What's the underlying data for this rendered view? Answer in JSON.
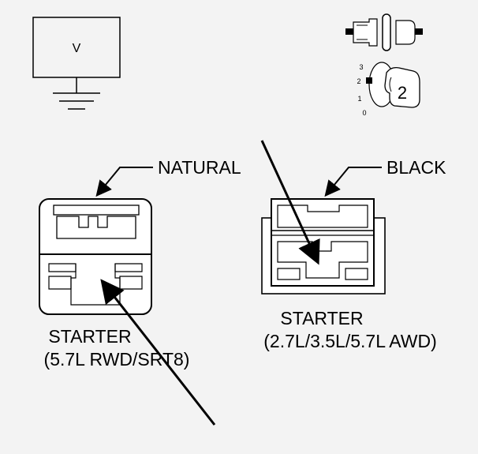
{
  "voltmeter": {
    "symbol": "V"
  },
  "ignition_key": {
    "positions": [
      "3",
      "2",
      "1",
      "0"
    ],
    "key_position": "2"
  },
  "connector_left": {
    "color_label": "NATURAL",
    "name": "STARTER",
    "variant": "(5.7L RWD/SRT8)"
  },
  "connector_right": {
    "color_label": "BLACK",
    "name": "STARTER",
    "variant": "(2.7L/3.5L/5.7L AWD)"
  },
  "colors": {
    "background": "#f3f3f3",
    "line": "#000000"
  }
}
